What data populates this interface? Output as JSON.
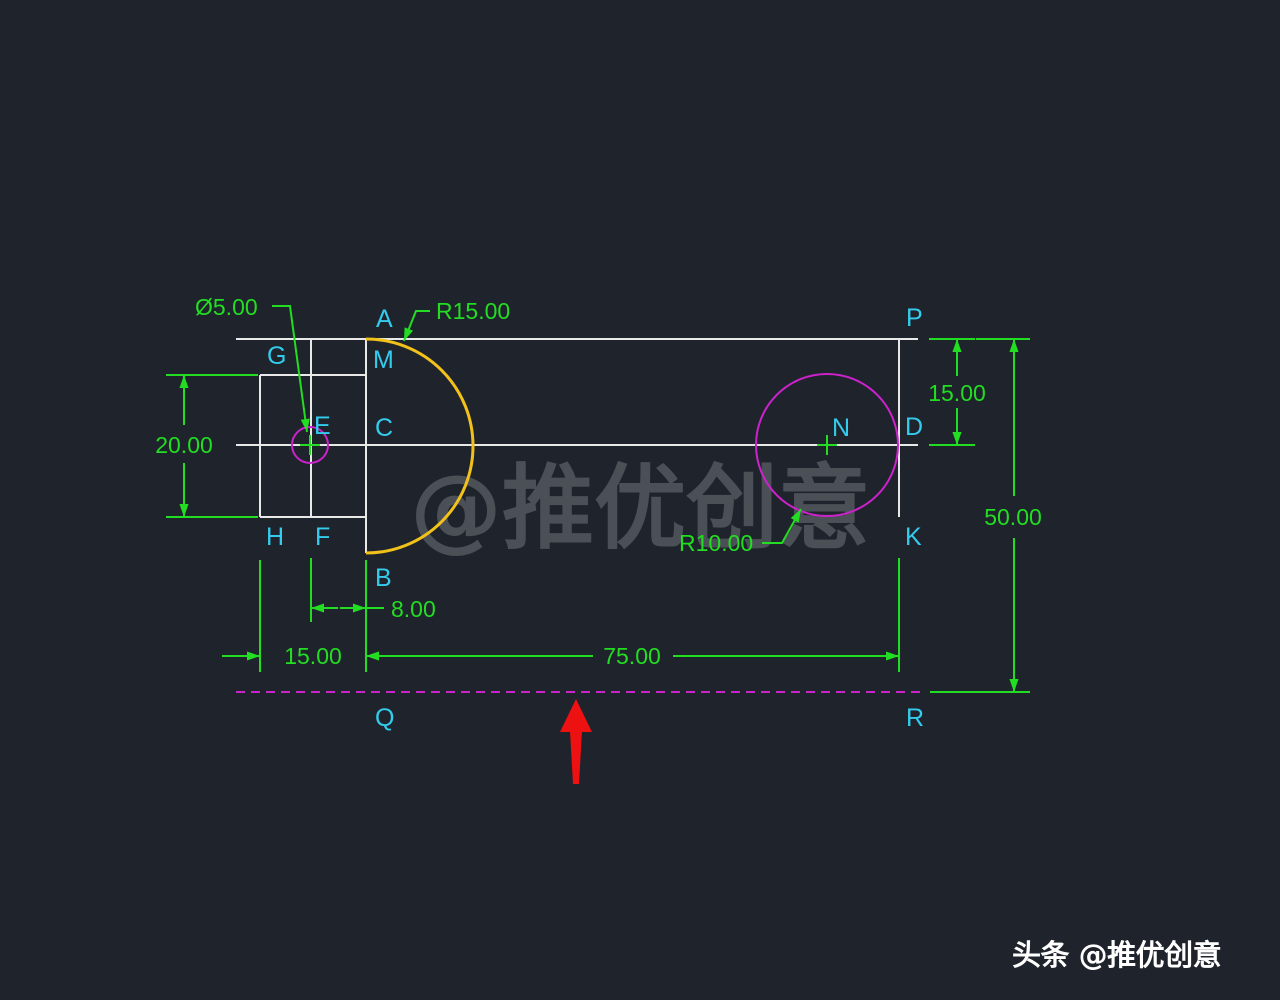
{
  "drawing": {
    "points": {
      "A": "A",
      "B": "B",
      "C": "C",
      "D": "D",
      "E": "E",
      "F": "F",
      "G": "G",
      "H": "H",
      "K": "K",
      "M": "M",
      "N": "N",
      "P": "P",
      "Q": "Q",
      "R": "R"
    },
    "dimensions": {
      "hole_diameter": "Ø5.00",
      "arc_radius": "R15.00",
      "circle_radius": "R10.00",
      "height_left": "20.00",
      "top_offset": "15.00",
      "total_height": "50.00",
      "inner_width": "8.00",
      "left_width": "15.00",
      "main_width": "75.00"
    }
  },
  "watermark": "@推优创意",
  "footer": "头条 @推优创意",
  "colors": {
    "background": "#1f242c",
    "geometry": "#e8e8e8",
    "dimension": "#22dd22",
    "label": "#33ccee",
    "arc": "#f2c21a",
    "circle": "#cc22cc",
    "arrow": "#ee1111",
    "watermark": "#5a5e64"
  }
}
